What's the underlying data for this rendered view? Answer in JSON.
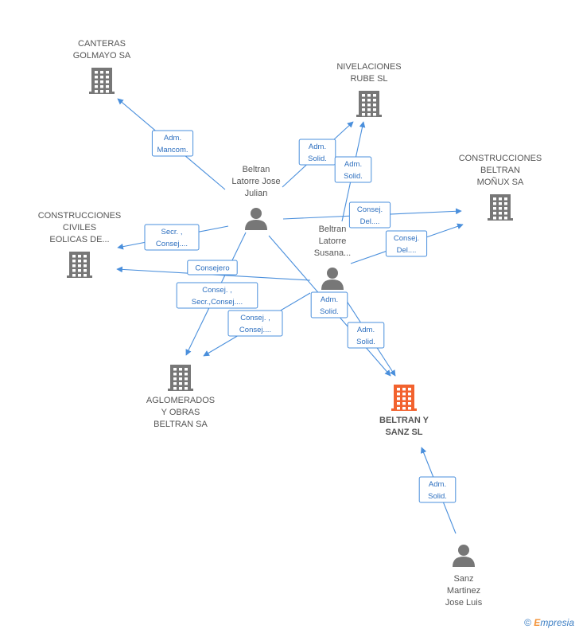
{
  "nodes": [
    {
      "id": "canteras",
      "type": "company",
      "highlight": false,
      "label": [
        "CANTERAS",
        "GOLMAYO SA"
      ]
    },
    {
      "id": "nivelaciones",
      "type": "company",
      "highlight": false,
      "label": [
        "NIVELACIONES",
        "RUBE SL"
      ]
    },
    {
      "id": "construcciones_beltran",
      "type": "company",
      "highlight": false,
      "label": [
        "CONSTRUCCIONES",
        "BELTRAN",
        "MOÑUX SA"
      ]
    },
    {
      "id": "construcciones_civiles",
      "type": "company",
      "highlight": false,
      "label": [
        "CONSTRUCCIONES",
        "CIVILES",
        "EOLICAS DE..."
      ]
    },
    {
      "id": "aglomerados",
      "type": "company",
      "highlight": false,
      "label": [
        "AGLOMERADOS",
        "Y OBRAS",
        "BELTRAN SA"
      ]
    },
    {
      "id": "beltran_y_sanz",
      "type": "company",
      "highlight": true,
      "label": [
        "BELTRAN Y",
        "SANZ SL"
      ]
    },
    {
      "id": "julian",
      "type": "person",
      "highlight": false,
      "label": [
        "Beltran",
        "Latorre Jose",
        "Julian"
      ]
    },
    {
      "id": "susana",
      "type": "person",
      "highlight": false,
      "label": [
        "Beltran",
        "Latorre",
        "Susana..."
      ]
    },
    {
      "id": "sanz",
      "type": "person",
      "highlight": false,
      "label": [
        "Sanz",
        "Martinez",
        "Jose Luis"
      ]
    }
  ],
  "edges": [
    {
      "from": "julian",
      "to": "canteras",
      "label": [
        "Adm.",
        "Mancom."
      ]
    },
    {
      "from": "julian",
      "to": "nivelaciones",
      "label": [
        "Adm.",
        "Solid."
      ]
    },
    {
      "from": "susana",
      "to": "nivelaciones",
      "label": [
        "Adm.",
        "Solid."
      ]
    },
    {
      "from": "julian",
      "to": "construcciones_beltran",
      "label": [
        "Consej.",
        "Del...."
      ]
    },
    {
      "from": "susana",
      "to": "construcciones_beltran",
      "label": [
        "Consej.",
        "Del...."
      ]
    },
    {
      "from": "julian",
      "to": "construcciones_civiles",
      "label": [
        "Secr. ,",
        "Consej...."
      ]
    },
    {
      "from": "susana",
      "to": "construcciones_civiles",
      "label": [
        "Consejero"
      ]
    },
    {
      "from": "julian",
      "to": "aglomerados",
      "label": [
        "Consej. ,",
        "Secr.,Consej...."
      ]
    },
    {
      "from": "susana",
      "to": "aglomerados",
      "label": [
        "Consej. ,",
        "Consej...."
      ]
    },
    {
      "from": "susana",
      "to": "beltran_y_sanz",
      "label": [
        "Adm.",
        "Solid."
      ]
    },
    {
      "from": "julian",
      "to": "beltran_y_sanz",
      "label": [
        "Adm.",
        "Solid."
      ]
    },
    {
      "from": "sanz",
      "to": "beltran_y_sanz",
      "label": [
        "Adm.",
        "Solid."
      ]
    }
  ],
  "footer": {
    "copyright_symbol": "©",
    "brand_initial": "E",
    "brand_rest": "mpresia"
  },
  "colors": {
    "company": "#777777",
    "company_highlight": "#f2622e",
    "person": "#777777",
    "edge": "#4a8fdc",
    "edge_text": "#2d6fbf"
  }
}
